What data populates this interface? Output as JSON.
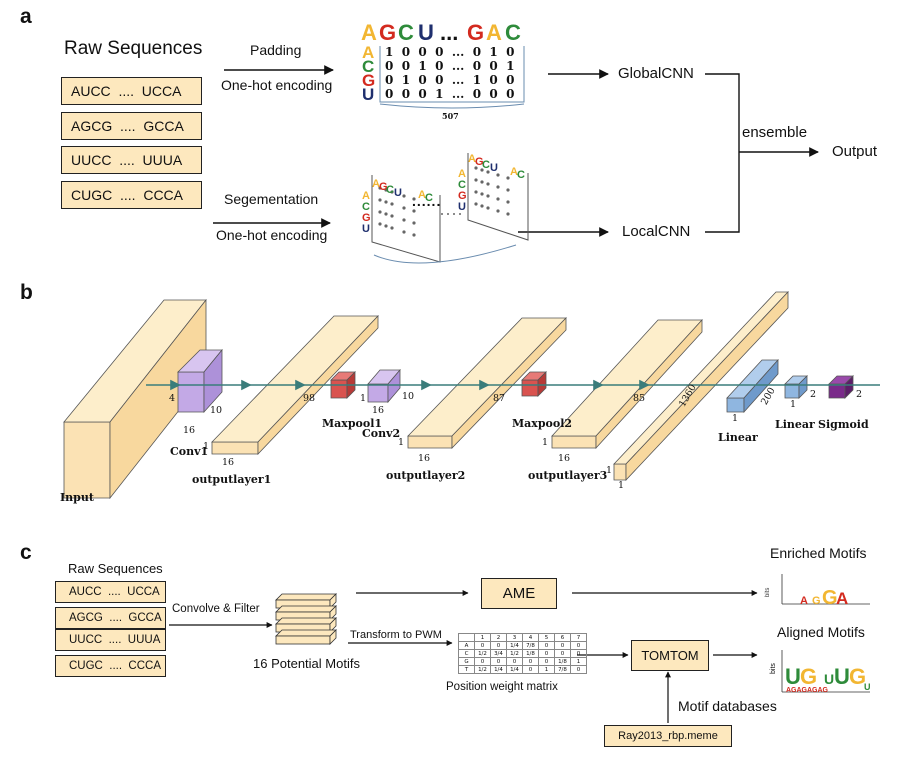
{
  "panels": {
    "a": "a",
    "b": "b",
    "c": "c"
  },
  "a": {
    "raw_title": "Raw Sequences",
    "seqs": [
      "AUCC  ....  UCCA",
      "AGCG  ....  GCCA",
      "UUCC  ....  UUUA",
      "CUGC  ....  CCCA"
    ],
    "padding": "Padding",
    "onehot1": "One-hot encoding",
    "segmentation": "Segementation",
    "onehot2": "One-hot encoding",
    "matrix_header": [
      "A",
      "G",
      "C",
      "U",
      "...",
      "G",
      "A",
      "C"
    ],
    "matrix_rows_letters": [
      "A",
      "C",
      "G",
      "U"
    ],
    "matrix_rows": [
      "1  0  0  0  ...  0  1  0",
      "0  0  1  0  ...  0  0  1",
      "0  1  0  0  ...  1  0  0",
      "0  0  0  1  ...  0  0  0"
    ],
    "matrix_len": "507",
    "global_cnn": "GlobalCNN",
    "local_cnn": "LocalCNN",
    "ensemble": "ensemble",
    "output": "Output"
  },
  "b": {
    "input": "Input",
    "conv1": "Conv1",
    "out1": "outputlayer1",
    "maxpool1": "Maxpool1",
    "conv2": "Conv2",
    "out2": "outputlayer2",
    "maxpool2": "Maxpool2",
    "out3": "outputlayer3",
    "linear1": "Linear",
    "linear2": "Linear",
    "sigmoid": "Sigmoid",
    "dims": {
      "conv1_4": "4",
      "conv1_10": "10",
      "conv1_16": "16",
      "out1_98": "98",
      "out1_1": "1",
      "out1_16": "16",
      "conv2_1": "1",
      "conv2_16": "16",
      "conv2_10": "10",
      "out2_87": "87",
      "out2_1": "1",
      "out2_16": "16",
      "out3_85": "85",
      "out3_1": "1",
      "out3_16": "16",
      "lin_1360": "1360",
      "lin_1a": "1",
      "lin_1b": "1",
      "lin_200": "200",
      "lin_1c": "1",
      "lin2_1": "1",
      "lin2_2": "2",
      "sig_2": "2"
    }
  },
  "c": {
    "raw_title": "Raw Sequences",
    "seqs": [
      "AUCC  ....  UCCA",
      "AGCG  ....  GCCA",
      "UUCC  ....  UUUA",
      "CUGC  ....  CCCA"
    ],
    "convolve": "Convolve & Filter",
    "potential": "16 Potential Motifs",
    "ame": "AME",
    "transform": "Transform to PWM",
    "pwm": "Position weight matrix",
    "pwm_header": [
      "",
      "1",
      "2",
      "3",
      "4",
      "5",
      "6",
      "7"
    ],
    "pwm_rows": [
      [
        "A",
        "0",
        "0",
        "1/4",
        "7/8",
        "0",
        "0",
        "0"
      ],
      [
        "C",
        "1/2",
        "3/4",
        "1/2",
        "1/8",
        "0",
        "0",
        "0"
      ],
      [
        "G",
        "0",
        "0",
        "0",
        "0",
        "0",
        "1/8",
        "1"
      ],
      [
        "T",
        "1/2",
        "1/4",
        "1/4",
        "0",
        "1",
        "7/8",
        "0"
      ]
    ],
    "tomtom": "TOMTOM",
    "motif_db": "Motif databases",
    "db_file": "Ray2013_rbp.meme",
    "enriched": "Enriched Motifs",
    "aligned": "Aligned Motifs",
    "bits": "bits"
  },
  "colors": {
    "box": "#fde8be",
    "arrow": "#3a7d7b",
    "conv": "#c9b3ea",
    "maxpool": "#d9534f",
    "linear": "#8fb6e0",
    "sigmoid": "#7a2a8a"
  }
}
